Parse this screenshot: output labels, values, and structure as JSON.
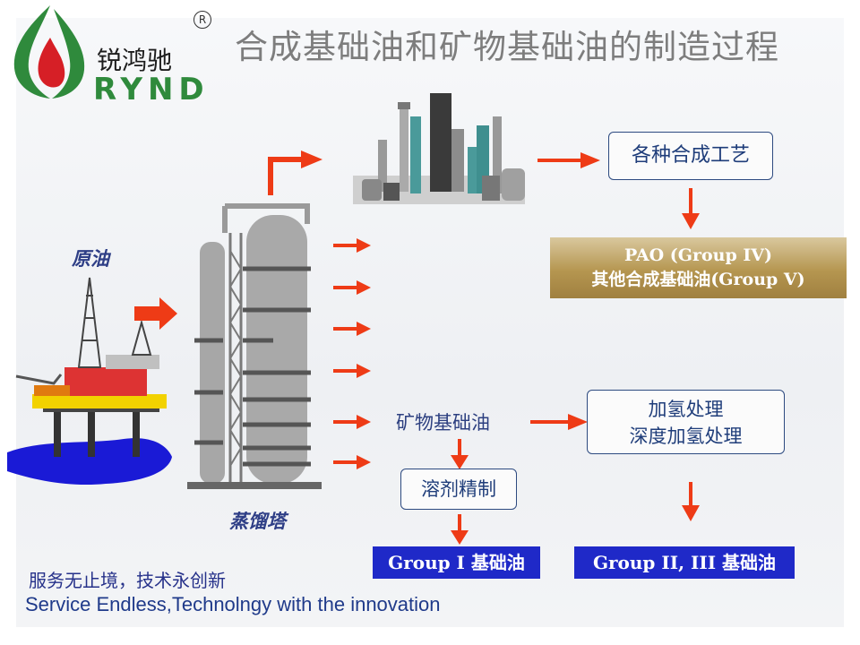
{
  "title": "合成基础油和矿物基础油的制造过程",
  "logo": {
    "name_cn": "锐鸿驰",
    "name_en": "RYND",
    "reg_mark": "R"
  },
  "labels": {
    "crude_oil": "原油",
    "distillation_tower": "蒸馏塔",
    "mineral_base_oil": "矿物基础油"
  },
  "boxes": {
    "synthesis": "各种合成工艺",
    "hydro_line1": "加氢处理",
    "hydro_line2": "深度加氢处理",
    "solvent_refining": "溶剂精制"
  },
  "products": {
    "pao_line1": "PAO (Group IV)",
    "pao_line2": "其他合成基础油(Group V)",
    "group1": "Group I 基础油",
    "group23": "Group II, III 基础油"
  },
  "footer": {
    "slogan_cn": "服务无止境，技术永创新",
    "slogan_en": "Service Endless,Technolngy with the innovation"
  },
  "colors": {
    "arrow": "#ee3b16",
    "box_border": "#2d4a80",
    "group_bg": "#1f29c8",
    "logo_green": "#2f8a3c",
    "logo_red": "#d61f26"
  }
}
